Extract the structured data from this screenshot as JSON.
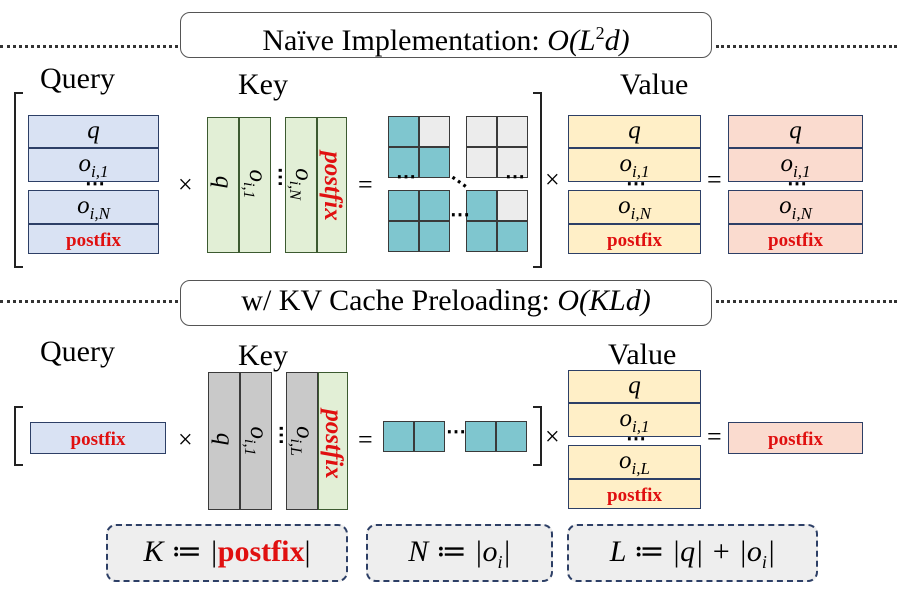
{
  "sections": {
    "naive": {
      "title": "Naïve Implementation: O(L²d)",
      "title_main": "Naïve Implementation: ",
      "title_math": "O(L",
      "title_sup": "2",
      "title_end": "d)"
    },
    "preload": {
      "title": "w/ KV Cache Preloading: O(KLd)",
      "title_main": "w/ KV Cache Preloading: ",
      "title_math": "O(KLd)"
    }
  },
  "labels": {
    "query": "Query",
    "key": "Key",
    "value": "Value"
  },
  "tokens": {
    "q": "q",
    "o_i1": "o",
    "o_i1_sub": "i,1",
    "o_iN": "o",
    "o_iN_sub": "i,N",
    "o_iL_sub": "i,L",
    "postfix": "postfix",
    "vdots": "⋯",
    "key_o1": "o",
    "key_o1_sub": "i,1",
    "key_oN_sub": "i,N",
    "key_oL_sub": "i,L"
  },
  "operators": {
    "times": "×",
    "equals": "="
  },
  "definitions": {
    "K": {
      "lhs": "K ≔ |",
      "post": "postfix",
      "rhs": "|"
    },
    "N": {
      "text": "N ≔ |o",
      "sub": "i",
      "end": "|"
    },
    "L": {
      "text": "L ≔ |q| + |o",
      "sub": "i",
      "end": "|"
    }
  },
  "colors": {
    "query_block": "#d9e2f3",
    "value_block": "#ffefc7",
    "output_block": "#fadbcf",
    "key_block": "#e2efd6",
    "cached_key_block": "#c9c9c9",
    "attention_cell": "#7fc6cf",
    "masked_cell": "#ececec",
    "postfix_text": "#e01010"
  }
}
